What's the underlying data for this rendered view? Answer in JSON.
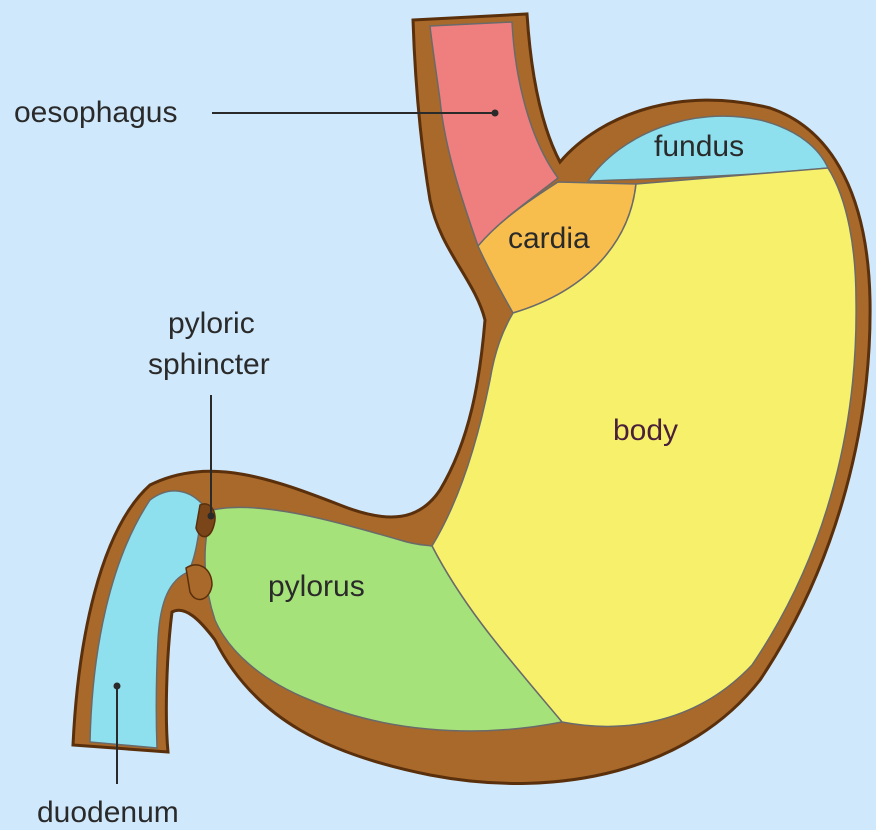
{
  "labels": {
    "oesophagus": "oesophagus",
    "fundus": "fundus",
    "cardia": "cardia",
    "pyloric_sphincter_line1": "pyloric",
    "pyloric_sphincter_line2": "sphincter",
    "body": "body",
    "pylorus": "pylorus",
    "duodenum": "duodenum"
  },
  "colors": {
    "background": "#cfe8fb",
    "wall": "#a8692a",
    "wall_outline": "#5a2f0c",
    "oesophagus": "#ef7f7f",
    "fundus": "#8ee0ef",
    "cardia": "#f7be4e",
    "body": "#f7f06a",
    "pylorus": "#a6e27a",
    "duodenum": "#8ee0ef"
  }
}
